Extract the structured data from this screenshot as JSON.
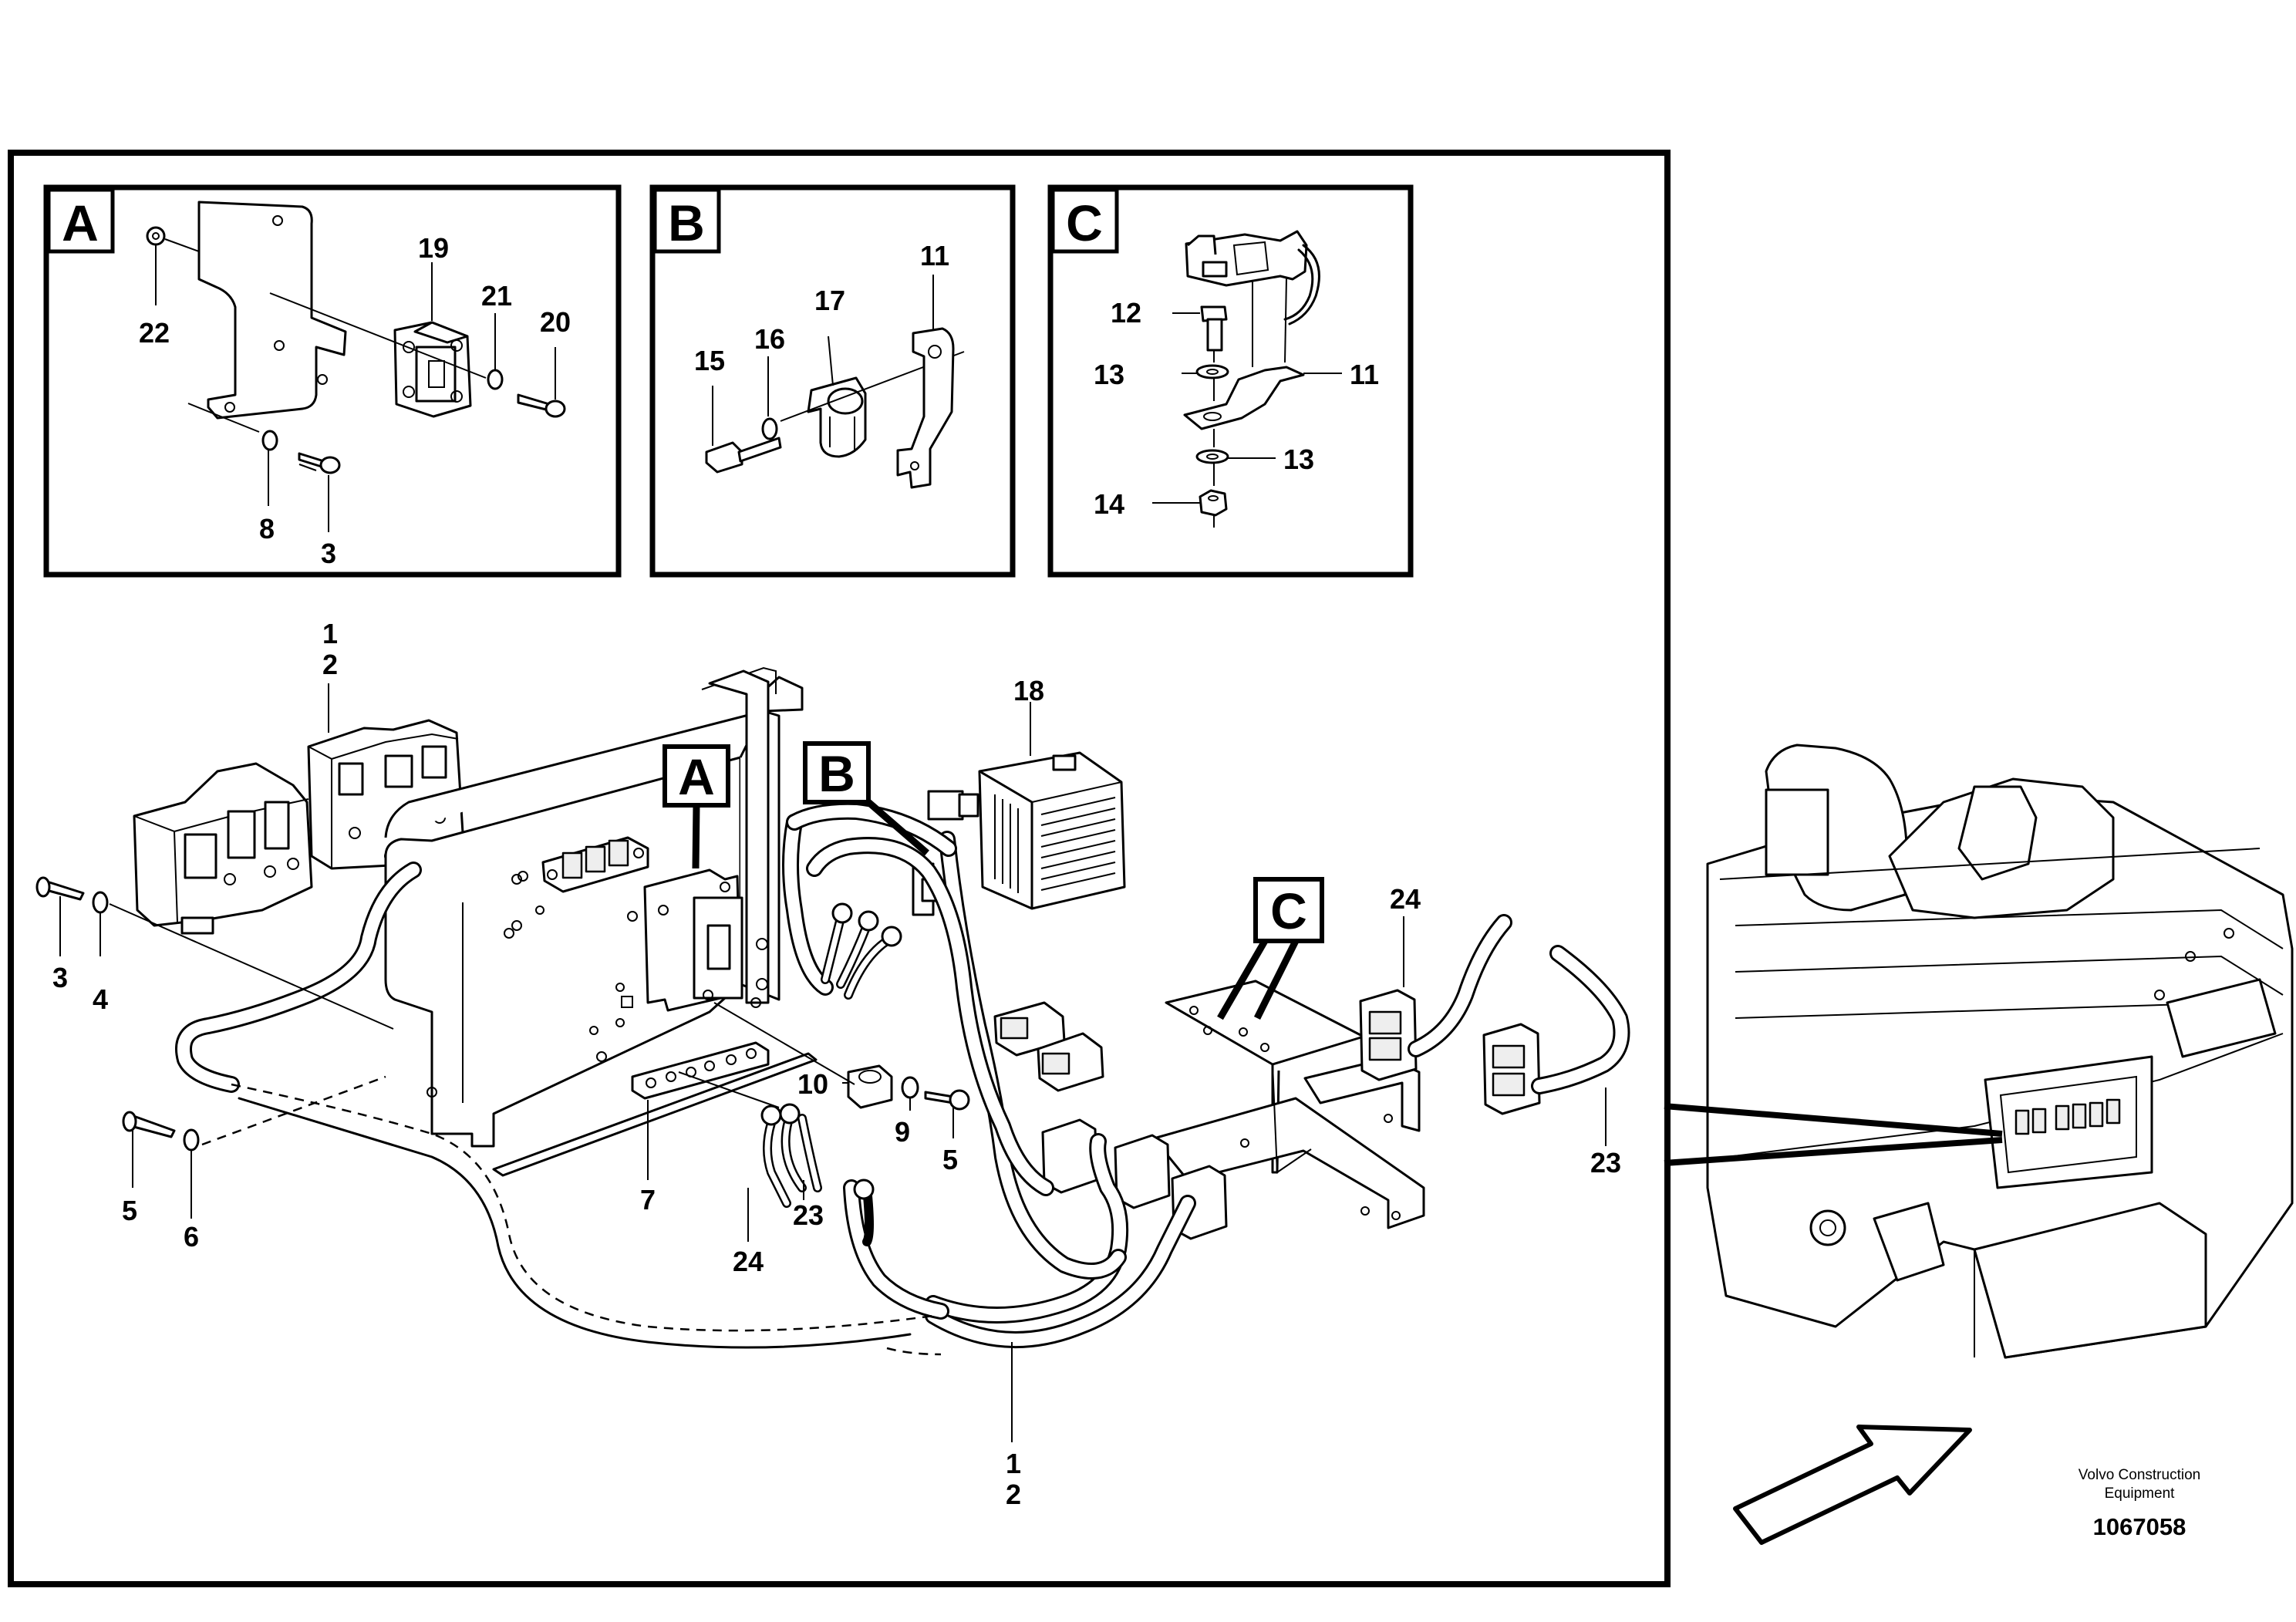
{
  "detail_views": {
    "a": {
      "letter": "A",
      "labels": [
        "22",
        "19",
        "21",
        "20",
        "8",
        "3"
      ]
    },
    "b": {
      "letter": "B",
      "labels": [
        "15",
        "16",
        "17",
        "11"
      ]
    },
    "c": {
      "letter": "C",
      "labels": [
        "12",
        "13",
        "11",
        "13",
        "14"
      ]
    }
  },
  "main_callouts": [
    "A",
    "B",
    "C"
  ],
  "main_labels": {
    "item1_top": "1",
    "item2_top": "2",
    "item18": "18",
    "item3": "3",
    "item4": "4",
    "item5_left": "5",
    "item6": "6",
    "item7": "7",
    "item10": "10",
    "item9": "9",
    "item5_right": "5",
    "item24_bottom": "24",
    "item23_bottom": "23",
    "item24_right": "24",
    "item23_right": "23",
    "item1_bottom": "1",
    "item2_bottom": "2"
  },
  "footer": {
    "company_line1": "Volvo Construction",
    "company_line2": "Equipment",
    "document_number": "1067058"
  }
}
